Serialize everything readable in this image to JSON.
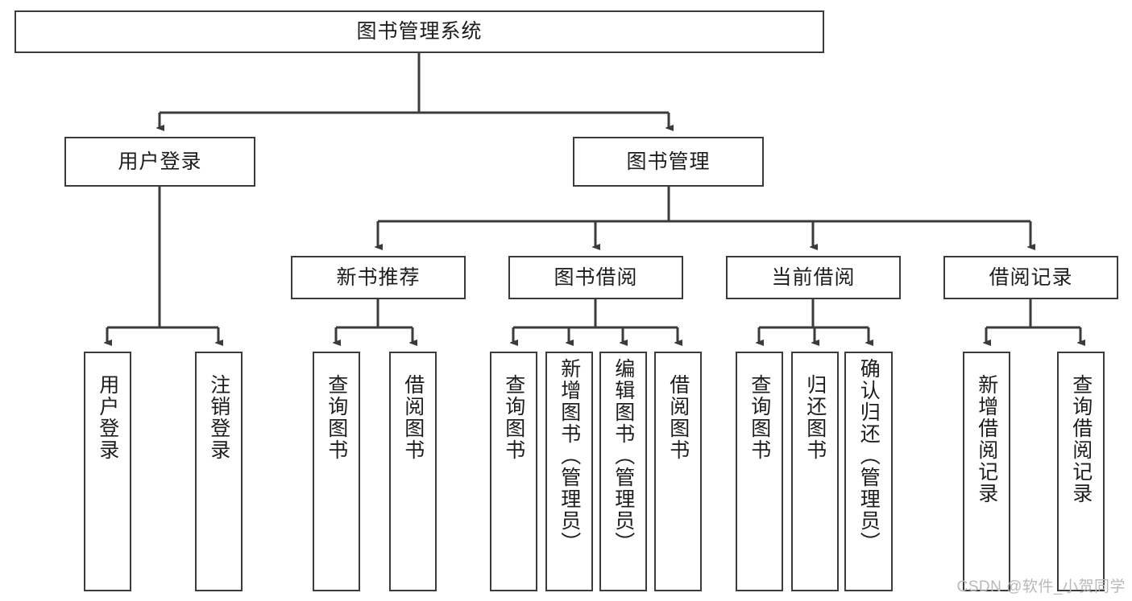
{
  "diagram": {
    "title": "图书管理系统",
    "type": "tree",
    "stroke_color": "#3b3b3b",
    "fill_color": "#ffffff",
    "text_color": "#1d1d1d",
    "root": {
      "label": "图书管理系统"
    },
    "level2": [
      {
        "label": "用户登录"
      },
      {
        "label": "图书管理"
      }
    ],
    "level3": [
      {
        "label": "新书推荐"
      },
      {
        "label": "图书借阅"
      },
      {
        "label": "当前借阅"
      },
      {
        "label": "借阅记录"
      }
    ],
    "leaves": [
      {
        "label": "用户登录",
        "parent": "用户登录"
      },
      {
        "label": "注销登录",
        "parent": "用户登录"
      },
      {
        "label": "查询图书",
        "parent": "新书推荐"
      },
      {
        "label": "借阅图书",
        "parent": "新书推荐"
      },
      {
        "label": "查询图书",
        "parent": "图书借阅"
      },
      {
        "label": "新增图书（管理员）",
        "parent": "图书借阅"
      },
      {
        "label": "编辑图书（管理员）",
        "parent": "图书借阅"
      },
      {
        "label": "借阅图书",
        "parent": "图书借阅"
      },
      {
        "label": "查询图书",
        "parent": "当前借阅"
      },
      {
        "label": "归还图书",
        "parent": "当前借阅"
      },
      {
        "label": "确认归还（管理员）",
        "parent": "当前借阅"
      },
      {
        "label": "新增借阅记录",
        "parent": "借阅记录"
      },
      {
        "label": "查询借阅记录",
        "parent": "借阅记录"
      }
    ]
  },
  "watermark": {
    "text": "CSDN @软件_小贺同学"
  }
}
